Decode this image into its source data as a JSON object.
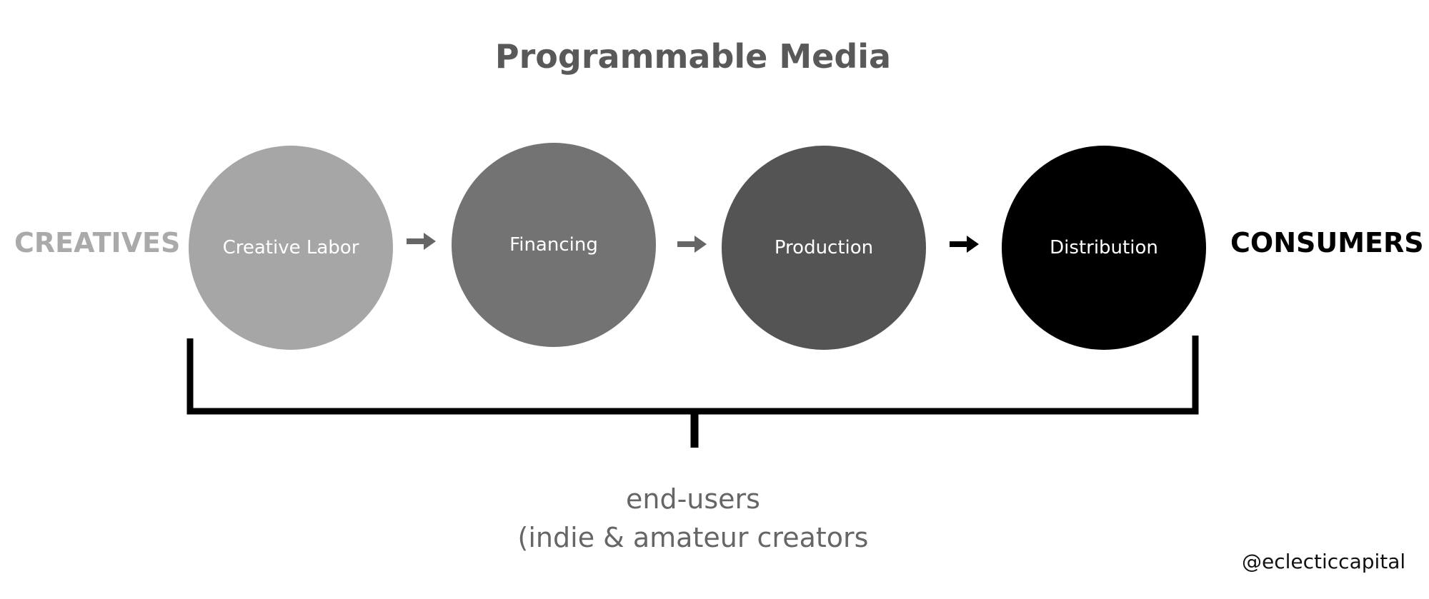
{
  "title": "Programmable Media",
  "left_label": "CREATIVES",
  "right_label": "CONSUMERS",
  "stages": [
    {
      "label": "Creative Labor",
      "color": "#a6a6a6"
    },
    {
      "label": "Financing",
      "color": "#737373"
    },
    {
      "label": "Production",
      "color": "#545454"
    },
    {
      "label": "Distribution",
      "color": "#000000"
    }
  ],
  "arrow_colors": [
    "#666666",
    "#666666",
    "#000000"
  ],
  "bracket_color": "#000000",
  "bottom_label": {
    "line1": "end-users",
    "line2": "(indie & amateur creators"
  },
  "handle": "@eclecticcapital"
}
